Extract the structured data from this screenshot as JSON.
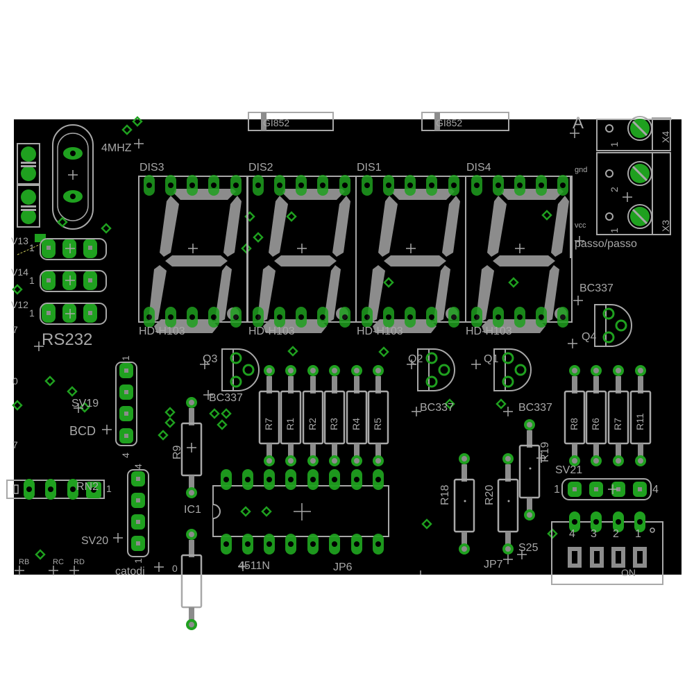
{
  "board": {
    "background": "#000000",
    "pad_color": "#1fa01f",
    "silk_color": "#a8a8a8",
    "segment_color": "#8c8c8c"
  },
  "crystal": {
    "label": "4MHZ"
  },
  "regulators": [
    {
      "label": "GI852"
    },
    {
      "label": "GI852"
    }
  ],
  "corner_label": "A",
  "displays": [
    {
      "name": "DIS3",
      "part": "HD-H103"
    },
    {
      "name": "DIS2",
      "part": "HD-H103"
    },
    {
      "name": "DIS1",
      "part": "HD-H103"
    },
    {
      "name": "DIS4",
      "part": "HD-H103"
    }
  ],
  "terminals": {
    "x4": {
      "name": "X4",
      "pin": "1"
    },
    "x3": {
      "name": "X3",
      "pins": [
        "2",
        "1"
      ]
    },
    "labels": {
      "gnd": "gnd",
      "vcc": "vcc",
      "caption": "passo/passo"
    }
  },
  "rs232": {
    "label": "RS232",
    "rows": [
      {
        "name": "V13",
        "pin": "1"
      },
      {
        "name": "V14",
        "pin": "1"
      },
      {
        "name": "V12",
        "pin": "1"
      }
    ],
    "edge_marks": [
      "7",
      "0",
      "7"
    ]
  },
  "transistors": [
    {
      "name": "Q3",
      "part": "BC337"
    },
    {
      "name": "Q2",
      "part": "BC337"
    },
    {
      "name": "Q1",
      "part": "BC337"
    },
    {
      "name": "Q4",
      "part": "BC337"
    }
  ],
  "resistor_bank_left": [
    "R7",
    "R1",
    "R2",
    "R3",
    "R4",
    "R5"
  ],
  "resistor_bank_right": [
    "R8",
    "R6",
    "R7",
    "R11"
  ],
  "resistors_single": {
    "r9": "R9",
    "r18": "R18",
    "r20": "R20",
    "r19": "R19"
  },
  "headers": {
    "sv19": {
      "name": "SV19",
      "value": "BCD",
      "pin_first": "1",
      "pin_last": "4"
    },
    "sv20": {
      "name": "SV20",
      "value": "catodi",
      "pin_first": "1",
      "pin_last": "4"
    },
    "sv21": {
      "name": "SV21",
      "pin_first": "1",
      "pin_last": "4"
    },
    "rn2": {
      "name": "RN2",
      "pin": "1"
    }
  },
  "ic": {
    "name": "IC1",
    "part": "4511N"
  },
  "jumpers": {
    "jp6": "JP6",
    "jp7": "JP7"
  },
  "dip_switch": {
    "name": "S25",
    "positions": [
      "4",
      "3",
      "2",
      "1"
    ],
    "on_label": "ON"
  },
  "small_labels": [
    "RB",
    "RC",
    "RD",
    "0"
  ]
}
